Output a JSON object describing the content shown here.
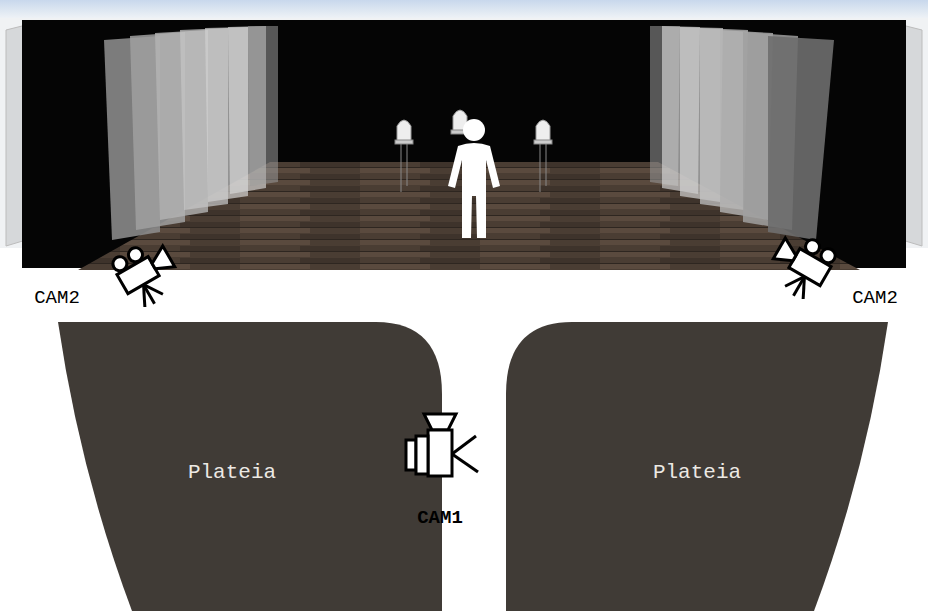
{
  "diagram": {
    "nodes": [
      {
        "text": [
          "Plateia"
        ]
      },
      {
        "text": [
          "Plateia"
        ]
      }
    ],
    "labels": [
      "CAM2",
      "CAM2",
      "CAM1"
    ]
  }
}
